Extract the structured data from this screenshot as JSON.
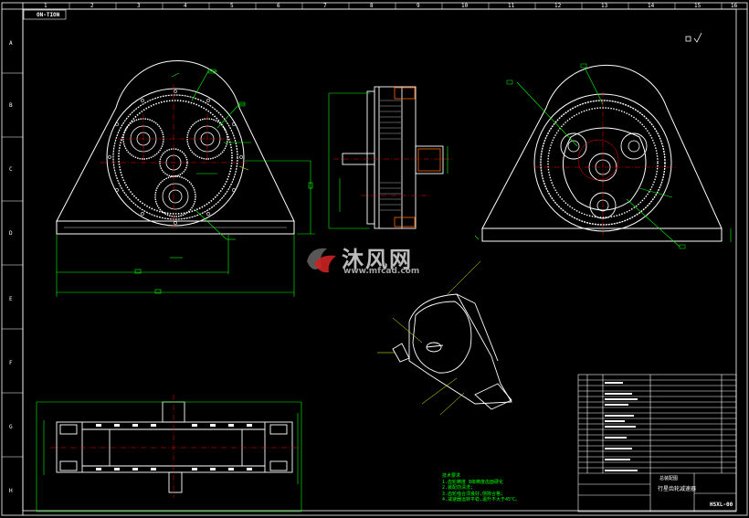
{
  "drawing": {
    "code_tab": "ON-TION",
    "zones_top": [
      "1",
      "2",
      "3",
      "4",
      "5",
      "6",
      "7",
      "8",
      "9",
      "10",
      "11",
      "12",
      "13",
      "14",
      "15",
      "16"
    ],
    "zones_left": [
      "A",
      "B",
      "C",
      "D",
      "E",
      "F",
      "G",
      "H"
    ],
    "colors": {
      "background": "#000000",
      "outline": "#ffffff",
      "dimension": "#00ff00",
      "leader": "#ffff00",
      "centerline": "#ff0000",
      "title_text": "#ffffff"
    }
  },
  "watermark": {
    "brand_cn": "沐风网",
    "url": "www.mfcad.com"
  },
  "notes": {
    "lines": [
      "技术要求",
      "1.齿轮精度 8级精度齿面硬化",
      "2.装配前清洗;",
      "3.齿轮啮合须良好,侧隙合格;",
      "4.减速器运转平稳,温升不大于45℃。"
    ]
  },
  "title_block": {
    "project_label": "行星齿轮减速器",
    "drawing_no": "HSXL-00",
    "designer_label": "总装配图"
  },
  "icons": {
    "surface_symbol": "surface-finish-icon",
    "logo": "mfcad-logo-icon"
  }
}
